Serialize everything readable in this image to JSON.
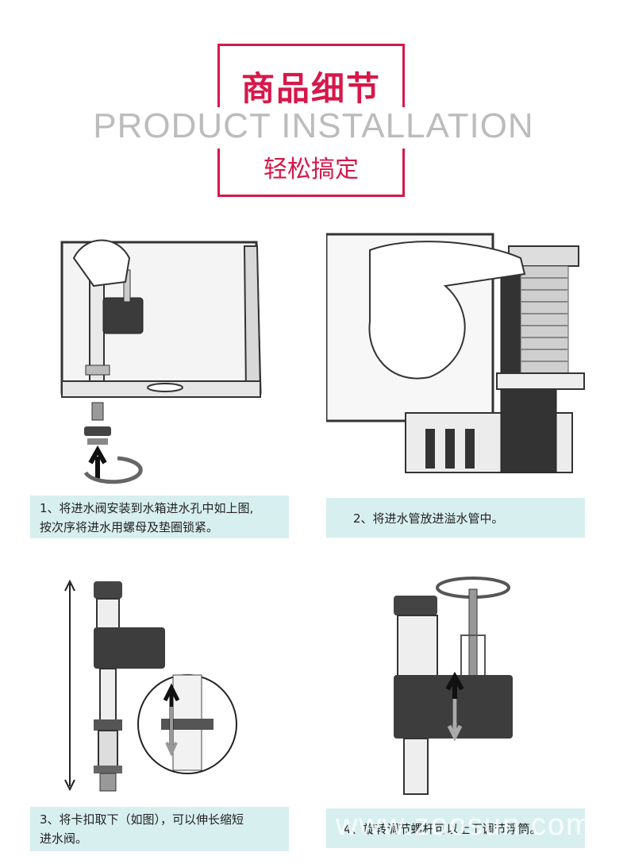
{
  "header": {
    "title_cn": "商品细节",
    "title_en": "PRODUCT INSTALLATION",
    "subtitle_cn": "轻松搞定"
  },
  "steps": [
    {
      "line1": "1、将进水阀安装到水箱进水孔中如上图,",
      "line2": "按次序将进水用螺母及垫圈锁紧。"
    },
    {
      "line1": "2、将进水管放进溢水管中。",
      "line2": ""
    },
    {
      "line1": "3、将卡扣取下（如图），可以伸长缩短",
      "line2": "进水阀。"
    },
    {
      "line1": "4、旋转调节螺杆可以上下调节浮筒。",
      "line2": ""
    }
  ],
  "watermark": "www.zoosun.com",
  "colors": {
    "accent": "#d6184a",
    "caption_bg": "#d8eff0",
    "grey_en": "#bcbcbc"
  }
}
